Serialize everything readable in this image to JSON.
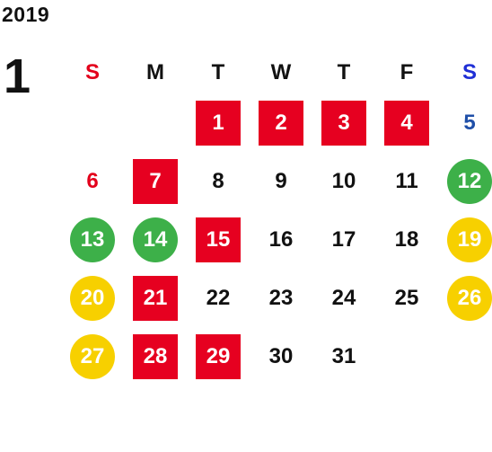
{
  "year": "2019",
  "month": "1",
  "colors": {
    "holiday_red": "#e60020",
    "green_circle": "#3db049",
    "yellow_circle": "#f7d000",
    "sunday_text": "#e3001b",
    "saturday_text": "#1f2fd6"
  },
  "weekdays": [
    "S",
    "M",
    "T",
    "W",
    "T",
    "F",
    "S"
  ],
  "weeks": [
    [
      {
        "day": "",
        "style": "empty"
      },
      {
        "day": "",
        "style": "empty"
      },
      {
        "day": "1",
        "style": "holiday"
      },
      {
        "day": "2",
        "style": "holiday"
      },
      {
        "day": "3",
        "style": "holiday"
      },
      {
        "day": "4",
        "style": "holiday"
      },
      {
        "day": "5",
        "style": "sat-text"
      }
    ],
    [
      {
        "day": "6",
        "style": "sun-text"
      },
      {
        "day": "7",
        "style": "holiday"
      },
      {
        "day": "8",
        "style": "plain"
      },
      {
        "day": "9",
        "style": "plain"
      },
      {
        "day": "10",
        "style": "plain"
      },
      {
        "day": "11",
        "style": "plain"
      },
      {
        "day": "12",
        "style": "green"
      }
    ],
    [
      {
        "day": "13",
        "style": "green"
      },
      {
        "day": "14",
        "style": "green"
      },
      {
        "day": "15",
        "style": "holiday"
      },
      {
        "day": "16",
        "style": "plain"
      },
      {
        "day": "17",
        "style": "plain"
      },
      {
        "day": "18",
        "style": "plain"
      },
      {
        "day": "19",
        "style": "yellow"
      }
    ],
    [
      {
        "day": "20",
        "style": "yellow"
      },
      {
        "day": "21",
        "style": "holiday"
      },
      {
        "day": "22",
        "style": "plain"
      },
      {
        "day": "23",
        "style": "plain"
      },
      {
        "day": "24",
        "style": "plain"
      },
      {
        "day": "25",
        "style": "plain"
      },
      {
        "day": "26",
        "style": "yellow"
      }
    ],
    [
      {
        "day": "27",
        "style": "yellow"
      },
      {
        "day": "28",
        "style": "holiday"
      },
      {
        "day": "29",
        "style": "holiday"
      },
      {
        "day": "30",
        "style": "plain"
      },
      {
        "day": "31",
        "style": "plain"
      },
      {
        "day": "",
        "style": "empty"
      },
      {
        "day": "",
        "style": "empty"
      }
    ]
  ]
}
